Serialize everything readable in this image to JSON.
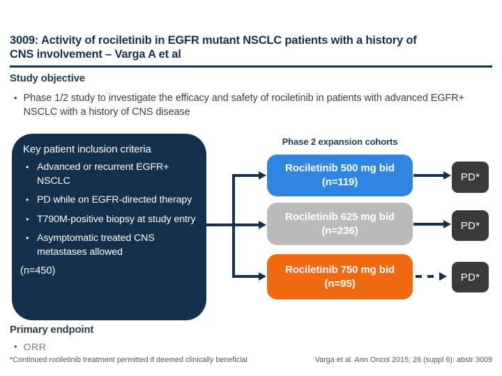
{
  "slide": {
    "title": {
      "line1": "3009: Activity of rociletinib in EGFR mutant NSCLC patients with a history of",
      "line2": "CNS involvement – Varga A et al"
    },
    "study_objective": {
      "heading": "Study objective",
      "bullet": "Phase 1/2 study to investigate the efficacy and safety of rociletinib in patients with advanced EGFR+ NSCLC with a history of CNS disease"
    },
    "inclusion_box": {
      "heading": "Key patient inclusion criteria",
      "bullets": [
        "Advanced or recurrent EGFR+ NSCLC",
        "PD while on EGFR-directed therapy",
        "T790M-positive biopsy at study entry",
        "Asymptomatic treated CNS metastases allowed"
      ],
      "n_total": "(n=450)"
    },
    "cohorts": {
      "heading": "Phase 2 expansion cohorts",
      "items": [
        {
          "label": "Rociletinib 500 mg bid",
          "n": "(n=119)",
          "color": "#2E86E0",
          "outcome": "PD*",
          "arrow": "solid"
        },
        {
          "label": "Rociletinib 625 mg bid",
          "n": "(n=236)",
          "color": "#BABABA",
          "outcome": "PD*",
          "arrow": "solid"
        },
        {
          "label": "Rociletinib 750 mg bid",
          "n": "(n=95)",
          "color": "#F0690F",
          "outcome": "PD*",
          "arrow": "dashed"
        }
      ]
    },
    "primary_endpoint": {
      "heading": "Primary endpoint",
      "bullet": "ORR"
    },
    "footer": {
      "footnote": "*Continued rociletinib treatment permitted if deemed clinically beneficial",
      "citation": "Varga et al. Ann Oncol 2015; 26 (suppl 6): abstr 3009"
    },
    "colors": {
      "navy": "#14304D",
      "blue": "#2E86E0",
      "gray": "#BABABA",
      "orange": "#F0690F",
      "pd_box": "#3A3A3A"
    }
  }
}
